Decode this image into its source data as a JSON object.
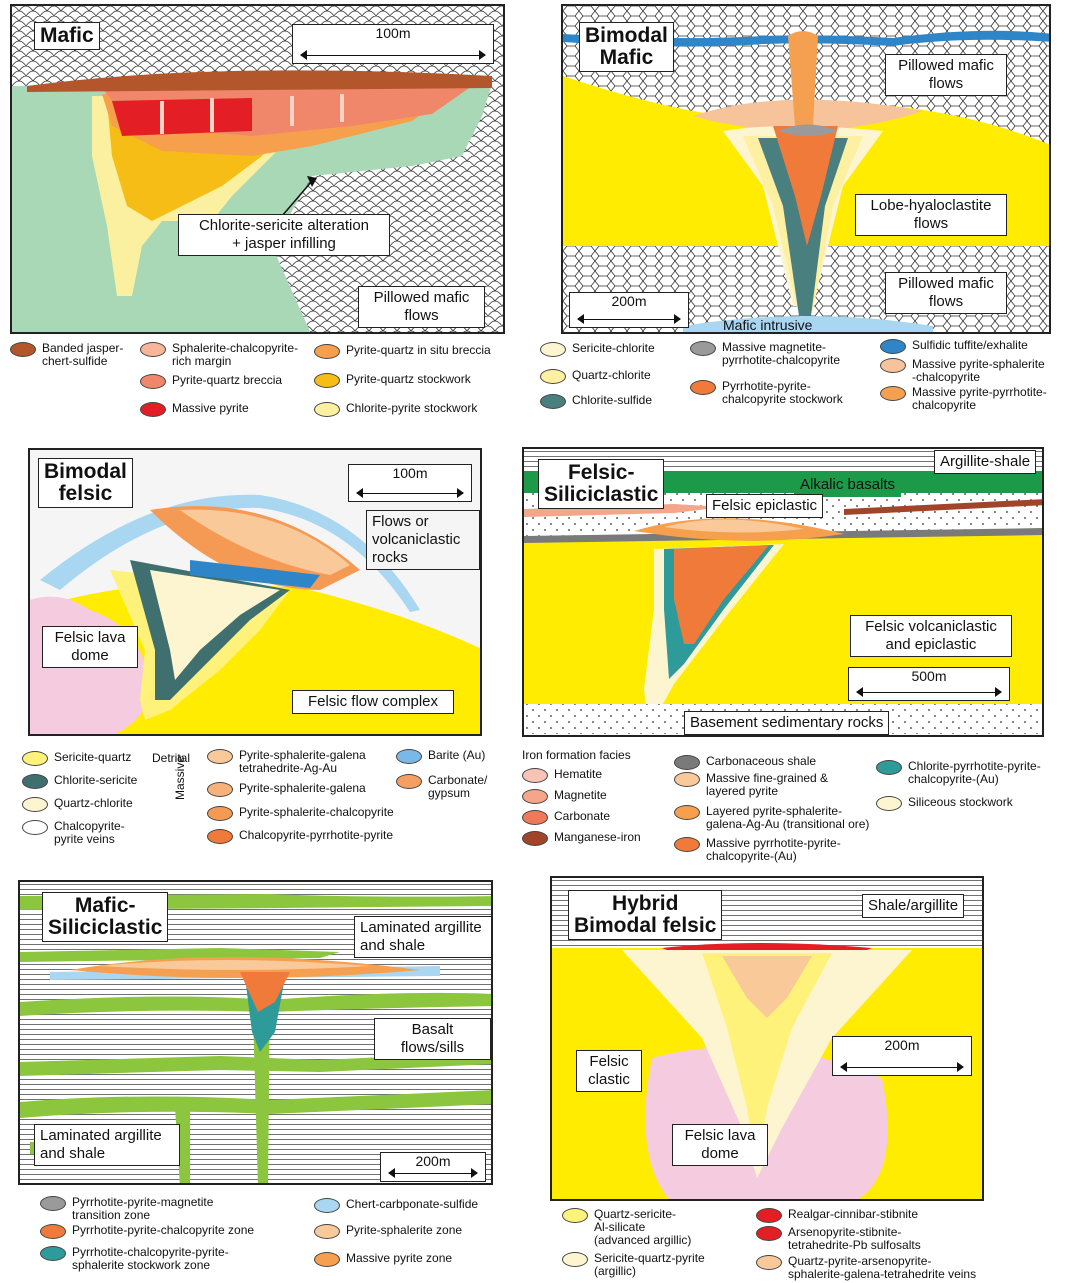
{
  "colors": {
    "yellow": "#ffec00",
    "green": "#8fcd8f",
    "chlorite": "#a8d8b5",
    "teal": "#3a8a8a",
    "orange": "#f08a4b",
    "lightorange": "#f7c39a",
    "salmon": "#f4a58a",
    "red": "#e31e24",
    "brown": "#b3562b",
    "pink": "#f5cbe0",
    "cream": "#fdf5c8",
    "blue": "#2e86c8",
    "lightblue": "#a9d6f0",
    "grey": "#9a9a9a"
  },
  "mafic": {
    "title": "Mafic",
    "scale": "100m",
    "labels": {
      "alteration": "Chlorite-sericite alteration\n+ jasper infilling",
      "flows": "Pillowed mafic\nflows"
    },
    "legend": [
      {
        "text": "Banded jasper-\nchert-sulfide",
        "color": "#b3562b"
      },
      {
        "text": "Sphalerite-chalcopyrite-\nrich margin",
        "color": "#f7b59a"
      },
      {
        "text": "Pyrite-quartz breccia",
        "color": "#f0876a"
      },
      {
        "text": "Massive pyrite",
        "color": "#e31e24"
      },
      {
        "text": "Pyrite-quartz in situ breccia",
        "color": "#f6a04d"
      },
      {
        "text": "Pyrite-quartz stockwork",
        "color": "#f6bd16"
      },
      {
        "text": "Chlorite-pyrite stockwork",
        "color": "#fbf0a0"
      }
    ]
  },
  "bimodal_mafic": {
    "title": "Bimodal\nMafic",
    "scale": "200m",
    "labels": {
      "pillowed_top": "Pillowed mafic\nflows",
      "lobe": "Lobe-hyaloclastite\nflows",
      "pillowed_bottom": "Pillowed mafic\nflows",
      "intrusive": "Mafic intrusive"
    },
    "legend": [
      {
        "text": "Sericite-chlorite",
        "color": "#fdf5d0"
      },
      {
        "text": "Quartz-chlorite",
        "color": "#fdf0a0"
      },
      {
        "text": "Chlorite-sulfide",
        "color": "#4a7f7f"
      },
      {
        "text": "Massive magnetite-\npyrrhotite-chalcopyrite",
        "color": "#9a9a9a"
      },
      {
        "text": "Pyrrhotite-pyrite-\nchalcopyrite stockwork",
        "color": "#f07a3a"
      },
      {
        "text": "Sulfidic tuffite/exhalite",
        "color": "#2e86c8"
      },
      {
        "text": "Massive pyrite-sphalerite\n-chalcopyrite",
        "color": "#f7c39a"
      },
      {
        "text": "Massive pyrite-pyrrhotite-\nchalcopyrite",
        "color": "#f5a050"
      }
    ]
  },
  "bimodal_felsic": {
    "title": "Bimodal\nfelsic",
    "scale": "100m",
    "labels": {
      "flows": "Flows or\nvolcaniclastic\nrocks",
      "dome": "Felsic lava\ndome",
      "complex": "Felsic flow complex"
    },
    "legend_left": [
      {
        "text": "Sericite-quartz",
        "color": "#fff27a"
      },
      {
        "text": "Chlorite-sericite",
        "color": "#3f6f6f"
      },
      {
        "text": "Quartz-chlorite",
        "color": "#fdf5d0"
      },
      {
        "text": "Chalcopyrite-\npyrite veins",
        "color": "#ffffff"
      }
    ],
    "detrital_label": "Detrital",
    "massive_label": "Massive",
    "legend_mid": [
      {
        "text": "Pyrite-sphalerite-galena\ntetrahedrite-Ag-Au",
        "color": "#f9c99a"
      },
      {
        "text": "Pyrite-sphalerite-galena",
        "color": "#f6b27a"
      },
      {
        "text": "Pyrite-sphalerite-chalcopyrite",
        "color": "#f59a55"
      },
      {
        "text": "Chalcopyrite-pyrrhotite-pyrite",
        "color": "#f07a3a"
      }
    ],
    "legend_right": [
      {
        "text": "Barite (Au)",
        "color": "#7ab8e8"
      },
      {
        "text": "Carbonate/\ngypsum",
        "color": "#f5a060"
      }
    ]
  },
  "felsic_siliciclastic": {
    "title": "Felsic-\nSiliciclastic",
    "scale": "500m",
    "labels": {
      "argillite": "Argillite-shale",
      "alkalic": "Alkalic basalts",
      "epiclastic": "Felsic epiclastic",
      "volcaniclastic": "Felsic volcaniclastic\nand epiclastic",
      "basement": "Basement sedimentary rocks"
    },
    "iron_heading": "Iron formation facies",
    "legend_iron": [
      {
        "text": "Hematite",
        "color": "#f7c3b5"
      },
      {
        "text": "Magnetite",
        "color": "#f4a58a"
      },
      {
        "text": "Carbonate",
        "color": "#ef7a5a"
      },
      {
        "text": "Manganese-iron",
        "color": "#a0452a"
      }
    ],
    "legend_mid": [
      {
        "text": "Carbonaceous shale",
        "color": "#7a7a7a"
      },
      {
        "text": "Massive fine-grained &\nlayered pyrite",
        "color": "#f9c99a"
      },
      {
        "text": "Layered pyrite-sphalerite-\ngalena-Ag-Au (transitional ore)",
        "color": "#f6a04d"
      },
      {
        "text": "Massive pyrrhotite-pyrite-\nchalcopyrite-(Au)",
        "color": "#f07a3a"
      }
    ],
    "legend_right": [
      {
        "text": "Chlorite-pyrrhotite-pyrite-\nchalcopyrite-(Au)",
        "color": "#2e9a9a"
      },
      {
        "text": "Siliceous stockwork",
        "color": "#fdf5d0"
      }
    ]
  },
  "mafic_siliciclastic": {
    "title": "Mafic-\nSiliciclastic",
    "scale": "200m",
    "labels": {
      "laminated_top": "Laminated argillite\nand shale",
      "basalt": "Basalt flows/sills",
      "laminated_bottom": "Laminated argillite\nand shale"
    },
    "legend": [
      {
        "text": "Pyrrhotite-pyrite-magnetite\ntransition zone",
        "color": "#9a9a9a"
      },
      {
        "text": "Pyrrhotite-pyrite-chalcopyrite zone",
        "color": "#f07a3a"
      },
      {
        "text": "Pyrrhotite-chalcopyrite-pyrite-\nsphalerite stockwork zone",
        "color": "#2e9a9a"
      },
      {
        "text": "Chert-carbponate-sulfide",
        "color": "#a9d6f0"
      },
      {
        "text": "Pyrite-sphalerite zone",
        "color": "#f9c99a"
      },
      {
        "text": "Massive pyrite zone",
        "color": "#f5a050"
      }
    ]
  },
  "hybrid": {
    "title": "Hybrid\nBimodal felsic",
    "scale": "200m",
    "labels": {
      "shale": "Shale/argillite",
      "clastic": "Felsic\nclastic",
      "dome": "Felsic lava\ndome"
    },
    "legend": [
      {
        "text": "Quartz-sericite-\nAl-silicate\n(advanced argillic)",
        "color": "#fff27a"
      },
      {
        "text": "Sericite-quartz-pyrite\n(argillic)",
        "color": "#fdf5d0"
      },
      {
        "text": "Realgar-cinnibar-stibnite",
        "color": "#e31e24"
      },
      {
        "text": "Arsenopyrite-stibnite-\ntetrahedrite-Pb sulfosalts",
        "color": "#e31e24"
      },
      {
        "text": "Quartz-pyrite-arsenopyrite-\nsphalerite-galena-tetrahedrite veins",
        "color": "#f9c99a"
      }
    ]
  }
}
